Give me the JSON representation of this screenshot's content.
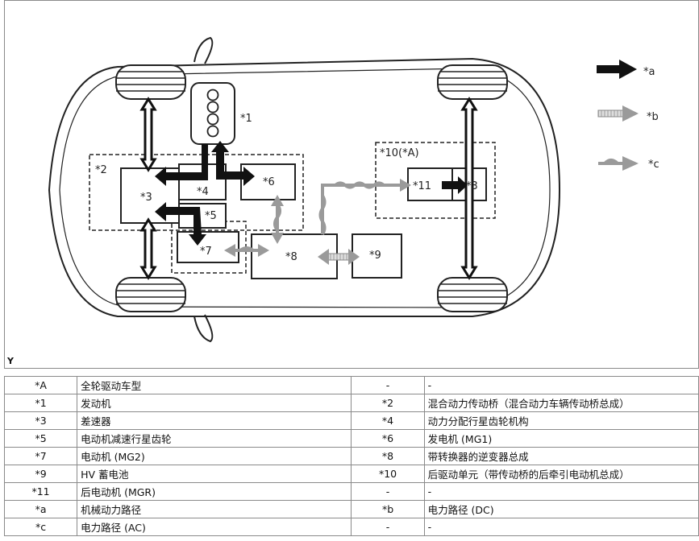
{
  "figure": {
    "code": "Y",
    "labels": {
      "n1": "*1",
      "n2": "*2",
      "n3_front": "*3",
      "n3_rear": "*3",
      "n4": "*4",
      "n5": "*5",
      "n6": "*6",
      "n7": "*7",
      "n8": "*8",
      "n9": "*9",
      "n10": "*10(*A)",
      "n11": "*11"
    },
    "legend_keys": {
      "a": "*a",
      "b": "*b",
      "c": "*c"
    },
    "colors": {
      "mechanical": "#111111",
      "dc": "#9a9a9a",
      "ac": "#9a9a9a",
      "outline": "#222222"
    }
  },
  "legend_rows": [
    {
      "code1": "*A",
      "desc1": "全轮驱动车型",
      "code2": "-",
      "desc2": "-"
    },
    {
      "code1": "*1",
      "desc1": "发动机",
      "code2": "*2",
      "desc2": "混合动力传动桥（混合动力车辆传动桥总成）"
    },
    {
      "code1": "*3",
      "desc1": "差速器",
      "code2": "*4",
      "desc2": "动力分配行星齿轮机构"
    },
    {
      "code1": "*5",
      "desc1": "电动机减速行星齿轮",
      "code2": "*6",
      "desc2": "发电机 (MG1)"
    },
    {
      "code1": "*7",
      "desc1": "电动机 (MG2)",
      "code2": "*8",
      "desc2": "带转换器的逆变器总成"
    },
    {
      "code1": "*9",
      "desc1": "HV 蓄电池",
      "code2": "*10",
      "desc2": "后驱动单元（带传动桥的后牵引电动机总成）"
    },
    {
      "code1": "*11",
      "desc1": "后电动机 (MGR)",
      "code2": "-",
      "desc2": "-"
    },
    {
      "code1": "*a",
      "desc1": "机械动力路径",
      "code2": "*b",
      "desc2": "电力路径 (DC)"
    },
    {
      "code1": "*c",
      "desc1": "电力路径 (AC)",
      "code2": "-",
      "desc2": "-"
    }
  ]
}
